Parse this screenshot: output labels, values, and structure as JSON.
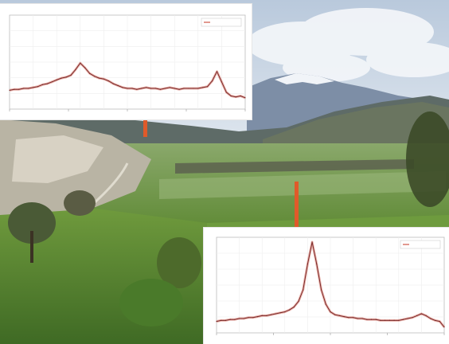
{
  "scene": {
    "description_colors": {
      "sky": "#c9d6e6",
      "cloud": "#eef2f7",
      "mountain_far": "#7f8fa6",
      "snow": "#f3f5f8",
      "hill_dark": "#5f6a66",
      "valley_green": "#78a05a",
      "meadow": "#6e9b3e",
      "foreground": "#4f7a2f",
      "rock": "#cfc9bb",
      "tree": "#3e5a2a",
      "arrow": "#e05a2a"
    }
  },
  "charts": [
    {
      "name": "top-left-spectrum",
      "legend_text": "",
      "series_color": "#d9776a"
    },
    {
      "name": "bottom-right-spectrum",
      "legend_text": "",
      "series_color": "#d9776a"
    }
  ],
  "chart_data": [
    {
      "type": "line",
      "title": "",
      "xlabel": "",
      "ylabel": "",
      "grid": true,
      "legend": "top-right",
      "x": [
        0,
        2,
        4,
        6,
        8,
        10,
        12,
        14,
        16,
        18,
        20,
        22,
        24,
        26,
        28,
        30,
        32,
        34,
        36,
        38,
        40,
        42,
        44,
        46,
        48,
        50,
        52,
        54,
        56,
        58,
        60,
        62,
        64,
        66,
        68,
        70,
        72,
        74,
        76,
        78,
        80,
        82,
        84,
        86,
        88,
        90,
        92,
        94,
        96,
        98,
        100
      ],
      "series": [
        {
          "values": [
            0.2,
            0.21,
            0.21,
            0.22,
            0.22,
            0.23,
            0.24,
            0.26,
            0.27,
            0.29,
            0.31,
            0.33,
            0.34,
            0.36,
            0.42,
            0.49,
            0.44,
            0.38,
            0.35,
            0.33,
            0.32,
            0.3,
            0.27,
            0.25,
            0.23,
            0.22,
            0.22,
            0.21,
            0.22,
            0.23,
            0.22,
            0.22,
            0.21,
            0.22,
            0.23,
            0.22,
            0.21,
            0.22,
            0.22,
            0.22,
            0.22,
            0.23,
            0.24,
            0.3,
            0.4,
            0.29,
            0.18,
            0.14,
            0.13,
            0.14,
            0.12
          ]
        }
      ]
    },
    {
      "type": "line",
      "title": "",
      "xlabel": "",
      "ylabel": "",
      "grid": true,
      "legend": "top-right",
      "x": [
        0,
        2,
        4,
        6,
        8,
        10,
        12,
        14,
        16,
        18,
        20,
        22,
        24,
        26,
        28,
        30,
        32,
        34,
        36,
        38,
        40,
        42,
        44,
        46,
        48,
        50,
        52,
        54,
        56,
        58,
        60,
        62,
        64,
        66,
        68,
        70,
        72,
        74,
        76,
        78,
        80,
        82,
        84,
        86,
        88,
        90,
        92,
        94,
        96,
        98,
        100
      ],
      "series": [
        {
          "values": [
            0.12,
            0.13,
            0.13,
            0.14,
            0.14,
            0.15,
            0.15,
            0.16,
            0.16,
            0.17,
            0.18,
            0.18,
            0.19,
            0.2,
            0.21,
            0.22,
            0.24,
            0.27,
            0.33,
            0.45,
            0.72,
            0.95,
            0.72,
            0.45,
            0.3,
            0.22,
            0.19,
            0.18,
            0.17,
            0.16,
            0.16,
            0.15,
            0.15,
            0.14,
            0.14,
            0.14,
            0.13,
            0.13,
            0.13,
            0.13,
            0.13,
            0.14,
            0.15,
            0.16,
            0.18,
            0.2,
            0.18,
            0.15,
            0.13,
            0.12,
            0.06
          ]
        }
      ]
    }
  ]
}
